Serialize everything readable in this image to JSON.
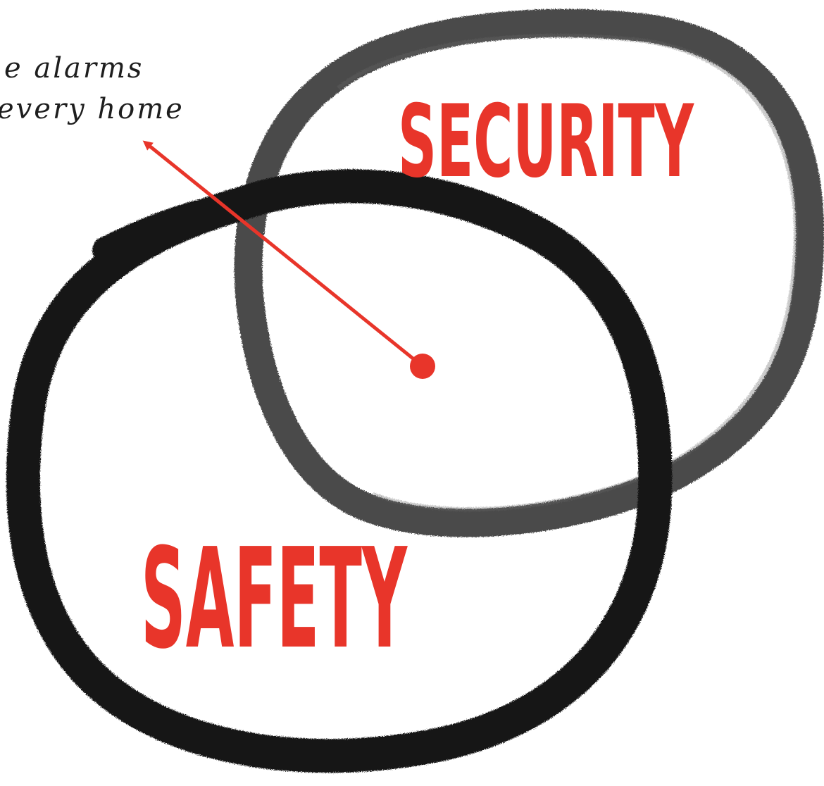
{
  "caption": {
    "line1": "e alarms",
    "line2": "every home"
  },
  "labels": {
    "security": "SECURITY",
    "safety": "SAFETY"
  },
  "colors": {
    "accent": "#e8352a",
    "ink_dark": "#141414",
    "ink_grey": "#3a3a3a",
    "caption": "#1e1e1e",
    "background": "#ffffff"
  }
}
